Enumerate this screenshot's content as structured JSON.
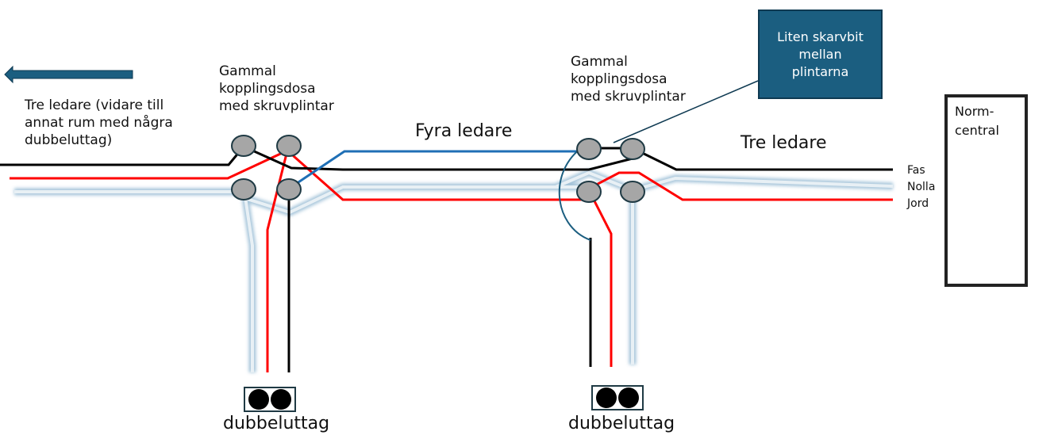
{
  "labels": {
    "left_cable": "Tre ledare (vidare till\nannat rum med några\ndubbeluttag)",
    "junction_left": "Gammal\nkopplingsdosa\nmed skruvplintar",
    "junction_right": "Gammal\nkopplingsdosa\nmed skruvplintar",
    "middle_cable": "Fyra ledare",
    "right_cable": "Tre ledare",
    "callout": "Liten skarvbit\nmellan\nplintarna",
    "panel": "Norm-\ncentral",
    "outlet_left": "dubbeluttag",
    "outlet_right": "dubbeluttag"
  },
  "legend": [
    {
      "name": "Fas",
      "color": "#000000"
    },
    {
      "name": "Nolla",
      "color": "#dce8f0"
    },
    {
      "name": "Jord",
      "color": "#ff0000"
    }
  ],
  "colors": {
    "fas": "#000000",
    "nolla": "#dce8f0",
    "nolla_glow": "#8fb6d0",
    "jord": "#ff0000",
    "extra": "#1f6fb5",
    "terminal": "#a6a6a6",
    "accent": "#1b5e80"
  },
  "icons": {
    "direction_arrow": "arrow-left-icon"
  }
}
